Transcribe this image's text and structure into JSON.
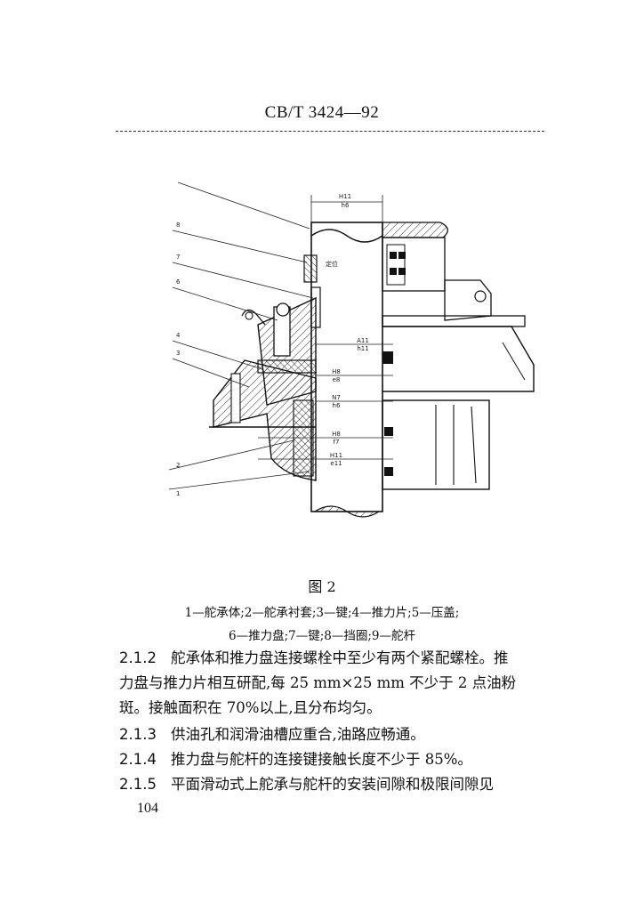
{
  "header": {
    "title": "CB/T 3424—92"
  },
  "figure": {
    "callouts": [
      "8",
      "7",
      "6",
      "4",
      "3",
      "2",
      "1"
    ],
    "fit_labels": [
      {
        "num": "H11",
        "den": "h6"
      },
      {
        "num": "A11",
        "den": "h11"
      },
      {
        "num": "H8",
        "den": "e8"
      },
      {
        "num": "N7",
        "den": "h6"
      },
      {
        "num": "H8",
        "den": "f7"
      },
      {
        "num": "H11",
        "den": "e11"
      }
    ],
    "gap_label": "定位",
    "caption": "图 2",
    "legend_line1": "1—舵承体;2—舵承衬套;3—键;4—推力片;5—压盖;",
    "legend_line2": "6—推力盘;7—键;8—挡圈;9—舵杆"
  },
  "paragraphs": [
    {
      "num": "2.1.2",
      "text": "舵承体和推力盘连接螺栓中至少有两个紧配螺栓。推",
      "cont": [
        "力盘与推力片相互研配,每 25 mm×25 mm 不少于 2 点油粉",
        "斑。接触面积在 70%以上,且分布均匀。"
      ]
    },
    {
      "num": "2.1.3",
      "text": "供油孔和润滑油槽应重合,油路应畅通。",
      "cont": []
    },
    {
      "num": "2.1.4",
      "text": "推力盘与舵杆的连接键接触长度不少于 85%。",
      "cont": []
    },
    {
      "num": "2.1.5",
      "text": "平面滑动式上舵承与舵杆的安装间隙和极限间隙见",
      "cont": []
    }
  ],
  "page_number": "104"
}
